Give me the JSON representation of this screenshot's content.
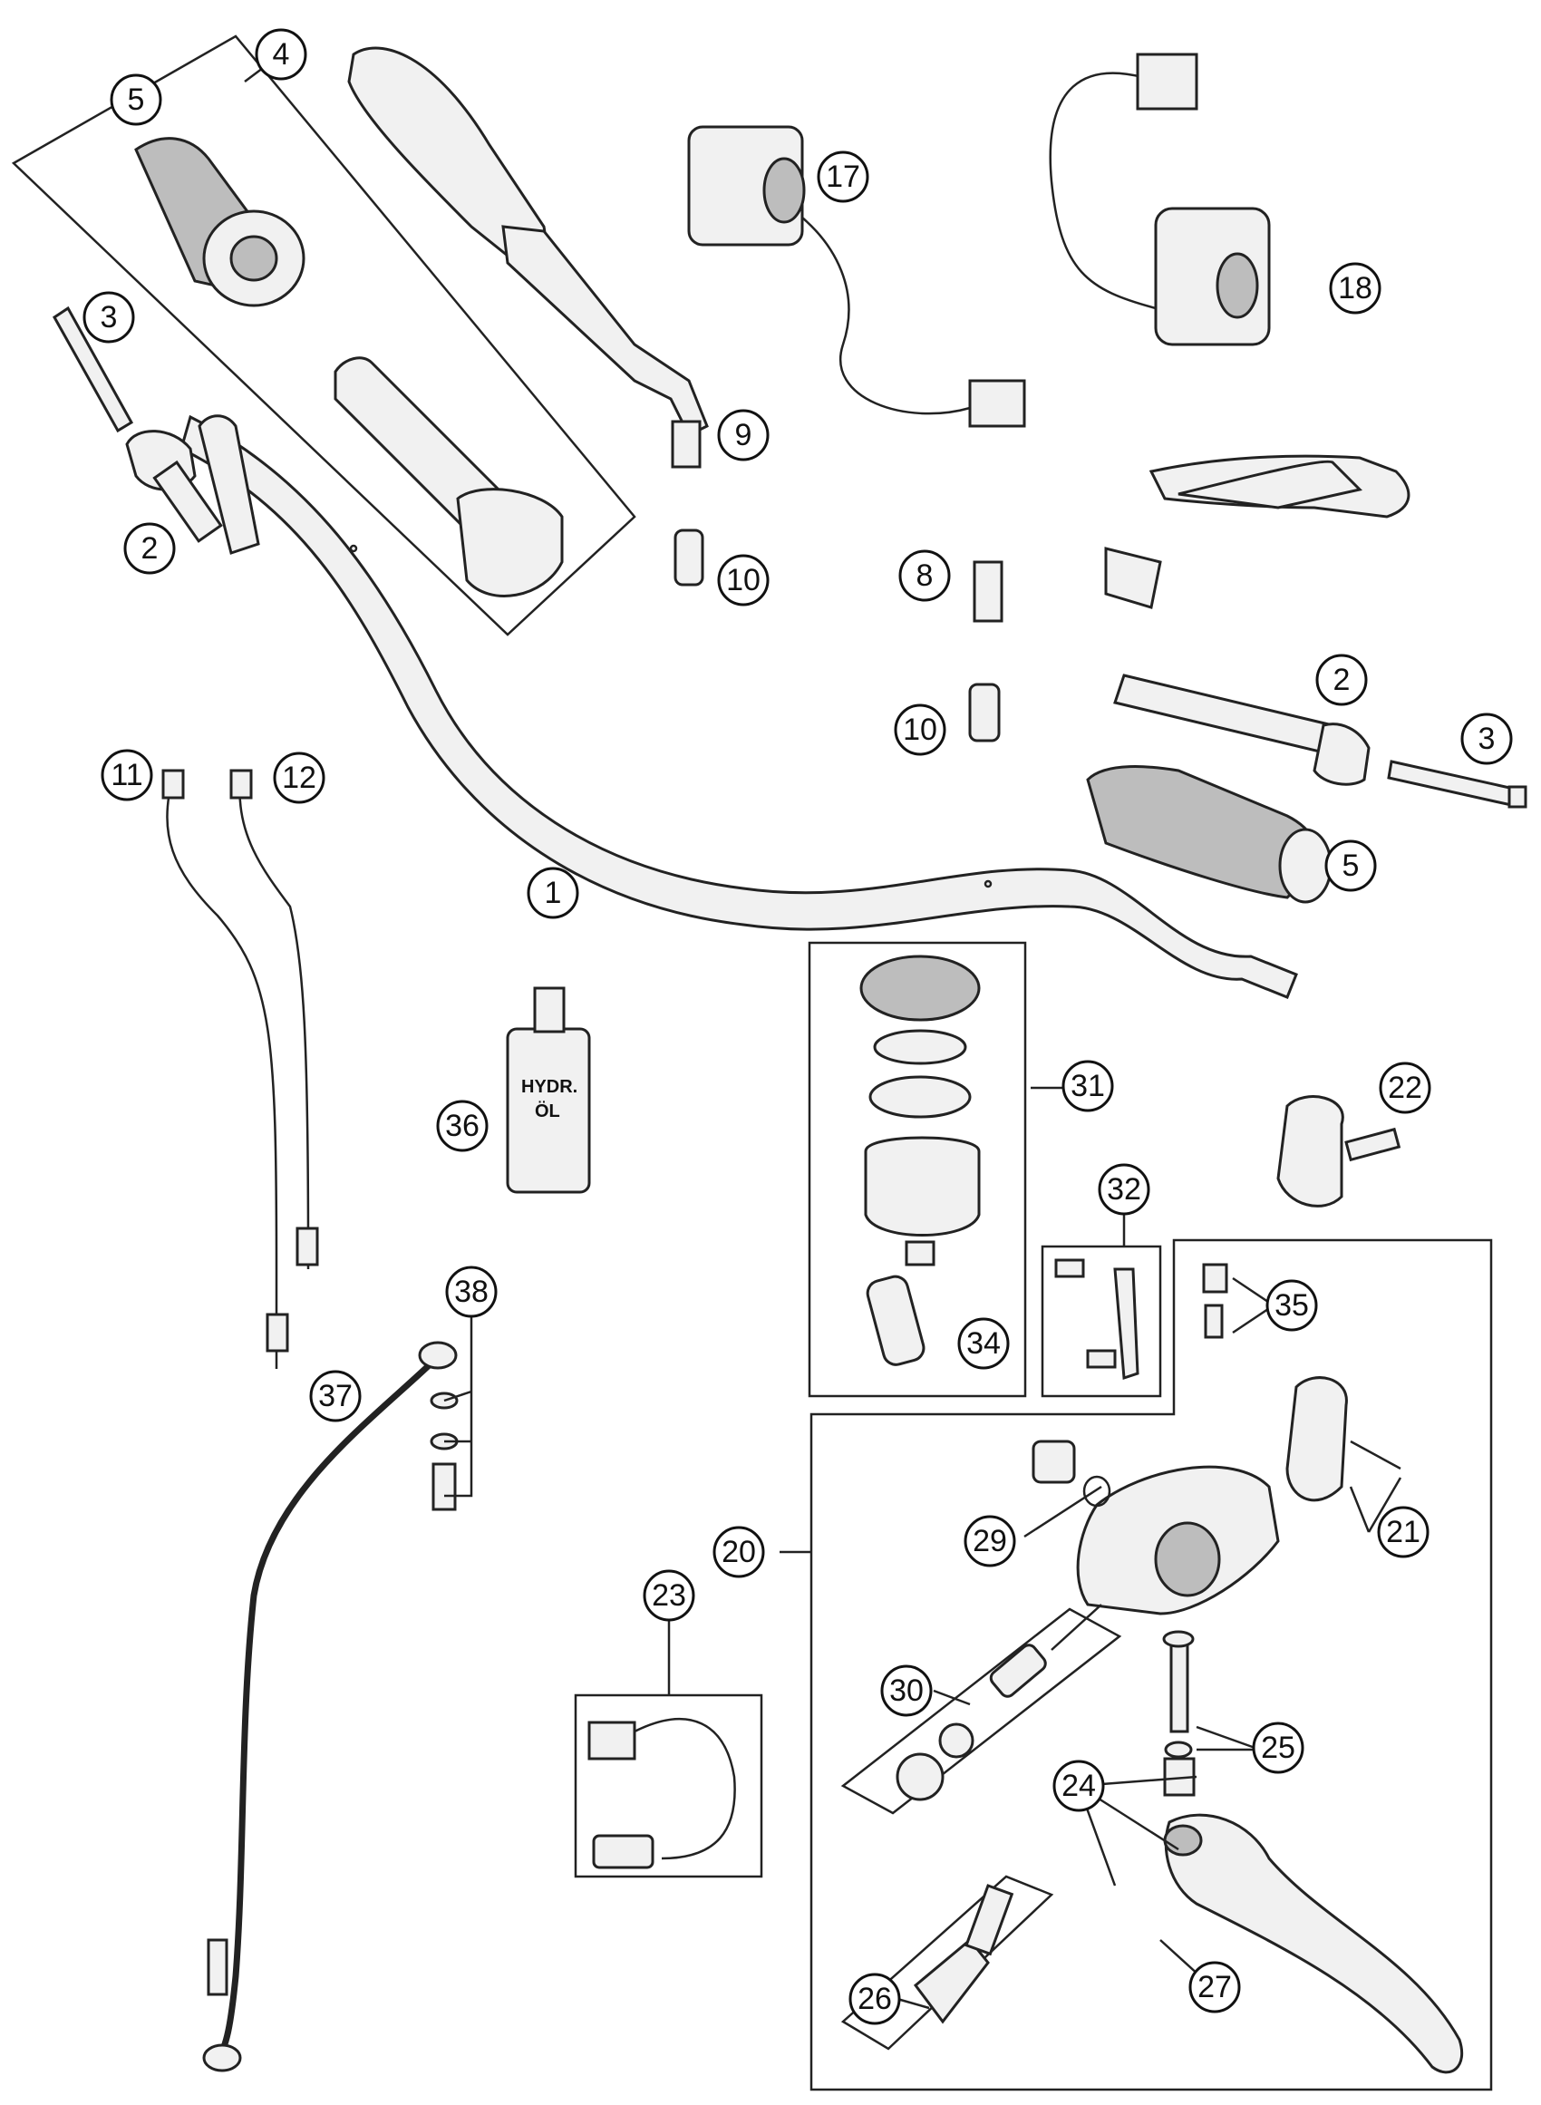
{
  "diagram": {
    "callouts": [
      {
        "id": "c4",
        "label": "4"
      },
      {
        "id": "c5a",
        "label": "5"
      },
      {
        "id": "c3a",
        "label": "3"
      },
      {
        "id": "c2a",
        "label": "2"
      },
      {
        "id": "c9",
        "label": "9"
      },
      {
        "id": "c10a",
        "label": "10"
      },
      {
        "id": "c17",
        "label": "17"
      },
      {
        "id": "c18",
        "label": "18"
      },
      {
        "id": "c8",
        "label": "8"
      },
      {
        "id": "c10b",
        "label": "10"
      },
      {
        "id": "c2b",
        "label": "2"
      },
      {
        "id": "c3b",
        "label": "3"
      },
      {
        "id": "c5b",
        "label": "5"
      },
      {
        "id": "c11",
        "label": "11"
      },
      {
        "id": "c12",
        "label": "12"
      },
      {
        "id": "c1",
        "label": "1"
      },
      {
        "id": "c31",
        "label": "31"
      },
      {
        "id": "c22",
        "label": "22"
      },
      {
        "id": "c36",
        "label": "36"
      },
      {
        "id": "c32",
        "label": "32"
      },
      {
        "id": "c35",
        "label": "35"
      },
      {
        "id": "c34",
        "label": "34"
      },
      {
        "id": "c38",
        "label": "38"
      },
      {
        "id": "c37",
        "label": "37"
      },
      {
        "id": "c20",
        "label": "20"
      },
      {
        "id": "c29",
        "label": "29"
      },
      {
        "id": "c21",
        "label": "21"
      },
      {
        "id": "c23",
        "label": "23"
      },
      {
        "id": "c30",
        "label": "30"
      },
      {
        "id": "c25",
        "label": "25"
      },
      {
        "id": "c24",
        "label": "24"
      },
      {
        "id": "c26",
        "label": "26"
      },
      {
        "id": "c27",
        "label": "27"
      }
    ],
    "bottle_text": [
      "HYDR.",
      "ÖL"
    ]
  }
}
